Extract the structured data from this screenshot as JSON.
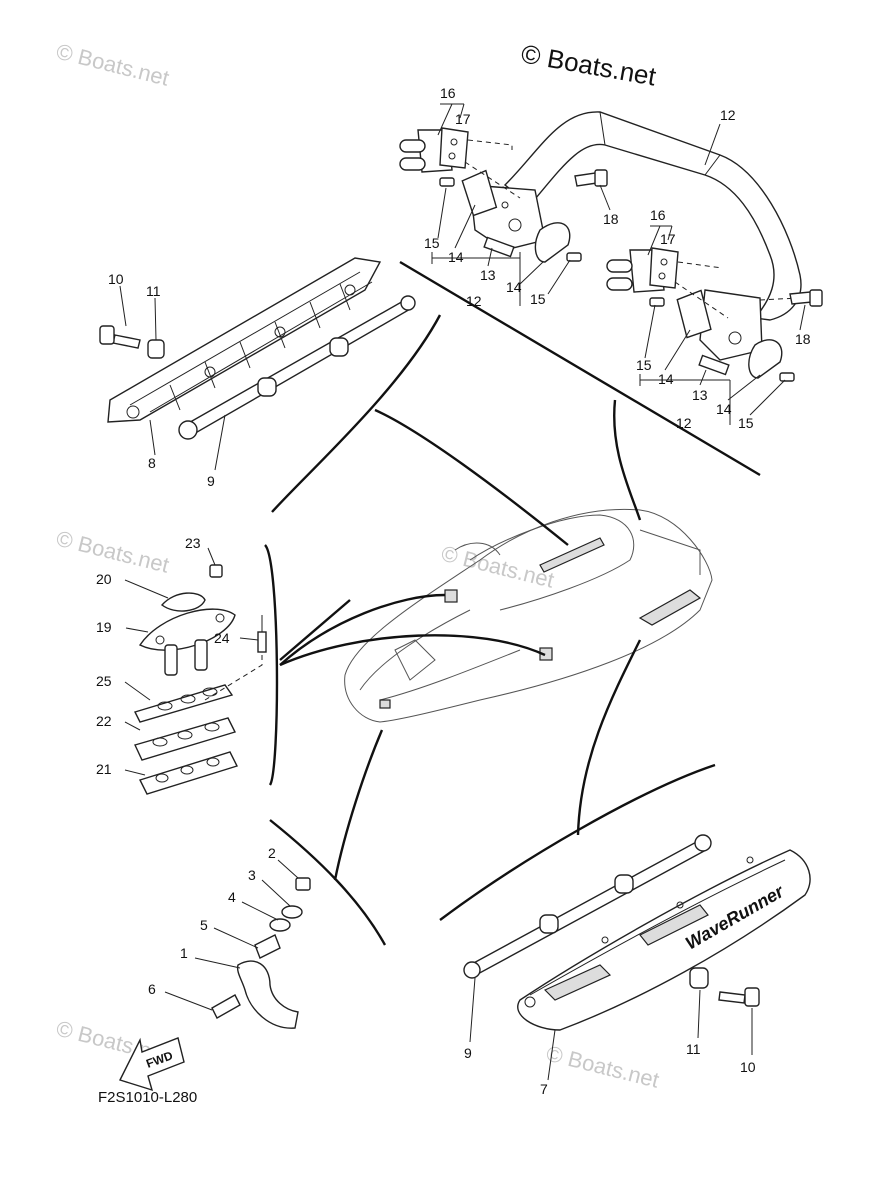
{
  "brand_text": "© Boats.net",
  "watermark_text": "© Boats.net",
  "diagram_code": "F2S1010-L280",
  "fwd_label": "FWD",
  "decal_text": "WaveRunner",
  "callouts": {
    "c16a": "16",
    "c17a": "17",
    "c12a": "12",
    "c18a": "18",
    "c15a": "15",
    "c14a": "14",
    "c13a": "13",
    "c12b": "12",
    "c14b": "14",
    "c15b": "15",
    "c16b": "16",
    "c17b": "17",
    "c18b": "18",
    "c15c": "15",
    "c14c": "14",
    "c13b": "13",
    "c12c": "12",
    "c14d": "14",
    "c15d": "15",
    "c10a": "10",
    "c11a": "11",
    "c8": "8",
    "c9a": "9",
    "c23": "23",
    "c20": "20",
    "c19": "19",
    "c24": "24",
    "c25": "25",
    "c22": "22",
    "c21": "21",
    "c2": "2",
    "c3": "3",
    "c4": "4",
    "c5": "5",
    "c1": "1",
    "c6": "6",
    "c9b": "9",
    "c7": "7",
    "c11b": "11",
    "c10b": "10"
  }
}
